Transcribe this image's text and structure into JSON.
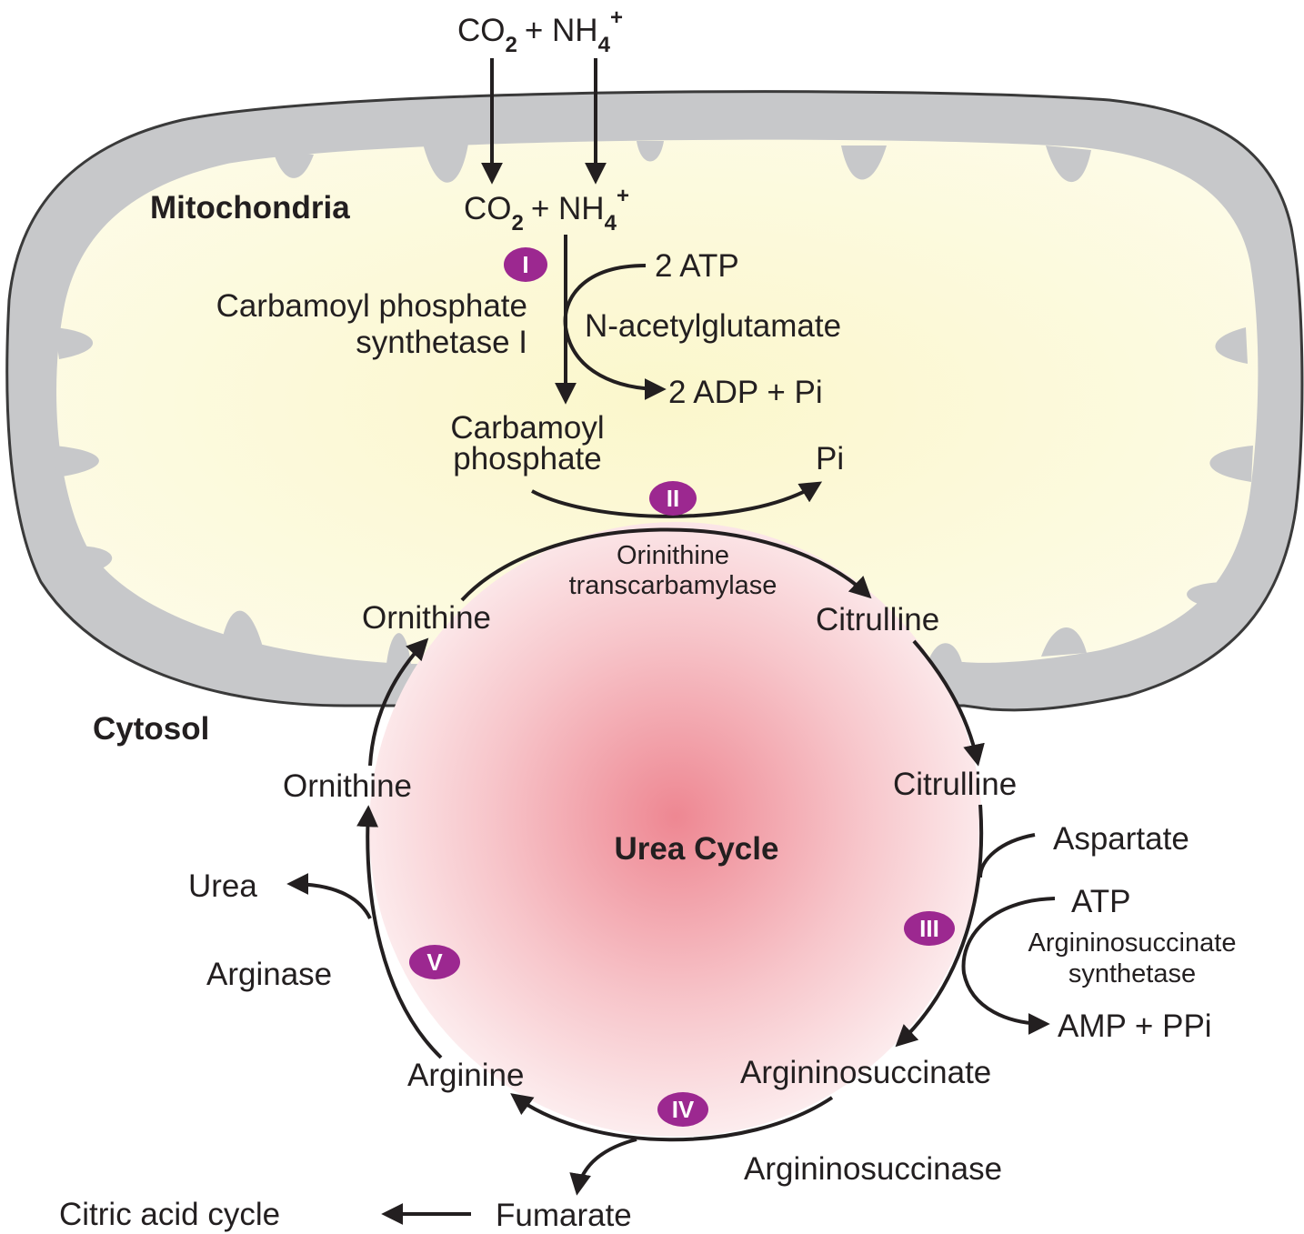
{
  "colors": {
    "membrane": "#c7c8ca",
    "matrix": "#fdfbe3",
    "cycle_center": "#ee8a95",
    "badge": "#9c2890",
    "text": "#231f20"
  },
  "labels": {
    "top_co2": "CO",
    "top_co2_sub": "2",
    "top_plus_nh": "+ NH",
    "top_nh_sub": "4",
    "top_nh_sup": "+",
    "mito_co2": "CO",
    "mito_co2_sub": "2",
    "mito_plus_nh": "+ NH",
    "mito_nh_sub": "4",
    "mito_nh_sup": "+",
    "mitochondria": "Mitochondria",
    "cytosol": "Cytosol",
    "cps_line1": "Carbamoyl phosphate",
    "cps_line2": "synthetase I",
    "atp2": "2 ATP",
    "nag": "N-acetylglutamate",
    "adp": "2 ADP + Pi",
    "carbamoyl_line1": "Carbamoyl",
    "carbamoyl_line2": "phosphate",
    "pi": "Pi",
    "otc_line1": "Orinithine",
    "otc_line2": "transcarbamylase",
    "ornithine_mito": "Ornithine",
    "citrulline_mito": "Citrulline",
    "ornithine_cyto": "Ornithine",
    "citrulline_cyto": "Citrulline",
    "urea_cycle": "Urea Cycle",
    "aspartate": "Aspartate",
    "atp": "ATP",
    "ass_line1": "Argininosuccinate",
    "ass_line2": "synthetase",
    "amp": "AMP + PPi",
    "argininosuccinate": "Argininosuccinate",
    "arginine": "Arginine",
    "urea": "Urea",
    "arginase": "Arginase",
    "argininosuccinase": "Argininosuccinase",
    "fumarate": "Fumarate",
    "citric": "Citric acid cycle"
  },
  "steps": [
    "I",
    "II",
    "III",
    "IV",
    "V"
  ]
}
